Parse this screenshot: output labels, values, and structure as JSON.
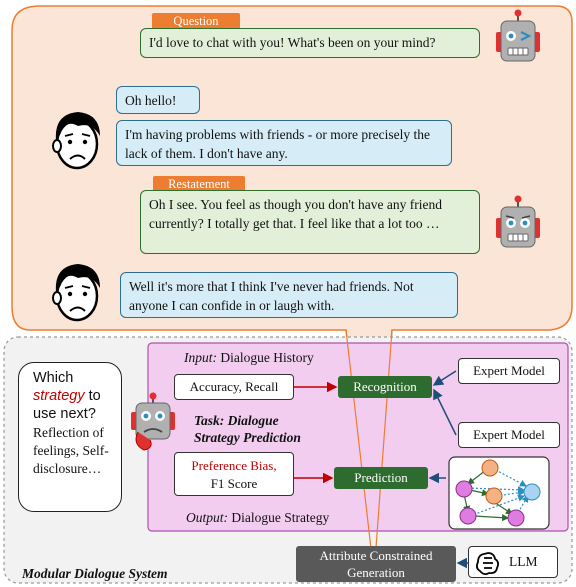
{
  "conversation": {
    "question_tag": "Question",
    "bot_message_1": "I'd love to chat with you! What's been on your mind?",
    "user_message_1": "Oh hello!",
    "user_message_2": "I'm having problems with friends - or more precisely the lack of them. I don't have any.",
    "restatement_tag": "Restatement",
    "bot_message_2": "Oh I see. You feel as though you don't have any friend currently? I totally get that. I feel like that a lot too …",
    "user_message_3": "Well it's more that I think I've never had friends. Not anyone I can confide in or laugh with."
  },
  "system": {
    "title": "Modular Dialogue System",
    "thought": {
      "line1": "Which",
      "strategy_word": "strategy",
      "line2_rest": " to",
      "line3": "use next?",
      "options": "Reflection of feelings, Self-disclosure…"
    },
    "task": {
      "input_label": "Input:",
      "input_value": " Dialogue History",
      "title": "Task:  Dialogue Strategy Prediction",
      "output_label": "Output:",
      "output_value": " Dialogue Strategy"
    },
    "metrics_1": "Accuracy, Recall",
    "metrics_2_red": "Preference Bias,",
    "metrics_2_black": "F1 Score",
    "recognition": "Recognition",
    "prediction": "Prediction",
    "expert_model_1": "Expert Model",
    "expert_model_2": "Expert Model",
    "generation": "Attribute Constrained Generation",
    "llm": "LLM"
  },
  "colors": {
    "conversation_bg": "#fbe5d6",
    "conversation_border": "#ed7d31",
    "tag_orange": "#ed7d31",
    "bot_bubble": "#e2f0d9",
    "user_bubble": "#d6ecf7",
    "task_panel": "#f2cdf0",
    "node_green": "#2e6b2e",
    "generation_gray": "#595959",
    "highlight_red": "#c00000"
  },
  "icons": [
    "robot-icon",
    "worried-man-icon",
    "graph-network-icon",
    "openai-logo-icon"
  ]
}
